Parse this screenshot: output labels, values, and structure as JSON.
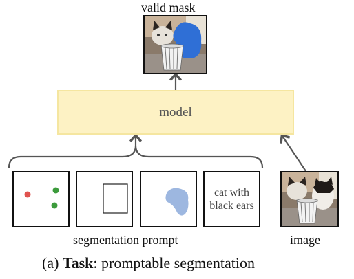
{
  "labels": {
    "output": "valid mask",
    "model": "model",
    "prompts": "segmentation prompt",
    "image": "image",
    "caption_prefix": "(a) ",
    "caption_bold": "Task",
    "caption_rest": ": promptable segmentation"
  },
  "text_prompt": {
    "line1": "cat with",
    "line2": "black ears"
  },
  "colors": {
    "model_fill": "#fdf2c4",
    "model_border": "#f5e6a0",
    "mask_blue": "#2f6fd6",
    "point_red": "#e0534f",
    "point_green": "#3c9b3c",
    "mask_prompt_blue": "#9db7e0",
    "arrow": "#555555"
  },
  "icons": [
    "cat-photo",
    "point-prompts",
    "box-prompt",
    "mask-prompt",
    "arrow"
  ]
}
